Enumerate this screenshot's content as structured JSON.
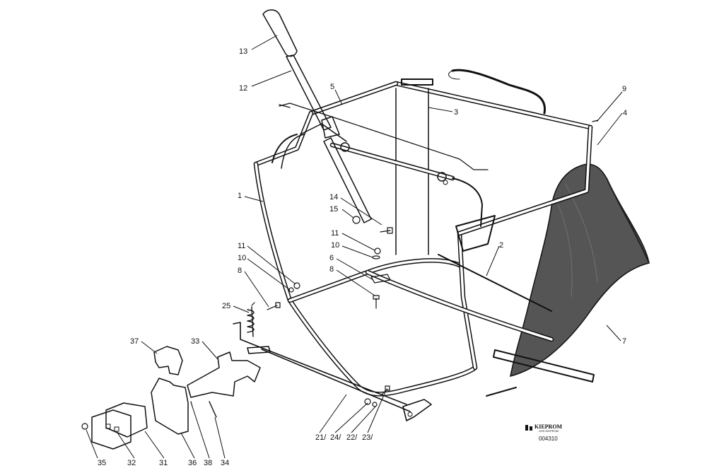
{
  "callouts": [
    {
      "id": "c13",
      "text": "13"
    },
    {
      "id": "c12",
      "text": "12"
    },
    {
      "id": "c5",
      "text": "5"
    },
    {
      "id": "c3",
      "text": "3"
    },
    {
      "id": "c9",
      "text": "9"
    },
    {
      "id": "c4",
      "text": "4"
    },
    {
      "id": "c1",
      "text": "1"
    },
    {
      "id": "c14",
      "text": "14"
    },
    {
      "id": "c15",
      "text": "15"
    },
    {
      "id": "c2",
      "text": "2"
    },
    {
      "id": "c11a",
      "text": "11"
    },
    {
      "id": "c11b",
      "text": "11"
    },
    {
      "id": "c10a",
      "text": "10"
    },
    {
      "id": "c10b",
      "text": "10"
    },
    {
      "id": "c6",
      "text": "6"
    },
    {
      "id": "c8a",
      "text": "8"
    },
    {
      "id": "c8b",
      "text": "8"
    },
    {
      "id": "c25",
      "text": "25"
    },
    {
      "id": "c7",
      "text": "7"
    },
    {
      "id": "c37",
      "text": "37"
    },
    {
      "id": "c33",
      "text": "33"
    },
    {
      "id": "c35",
      "text": "35"
    },
    {
      "id": "c32",
      "text": "32"
    },
    {
      "id": "c31",
      "text": "31"
    },
    {
      "id": "c36",
      "text": "36"
    },
    {
      "id": "c38",
      "text": "38"
    },
    {
      "id": "c34",
      "text": "34"
    },
    {
      "id": "c21",
      "text": "21/"
    },
    {
      "id": "c24",
      "text": "24/"
    },
    {
      "id": "c22",
      "text": "22/"
    },
    {
      "id": "c23",
      "text": "23/"
    }
  ],
  "logo": {
    "name": "KIEPROM",
    "sub": "OSS KIEPROM",
    "code": "004310"
  }
}
